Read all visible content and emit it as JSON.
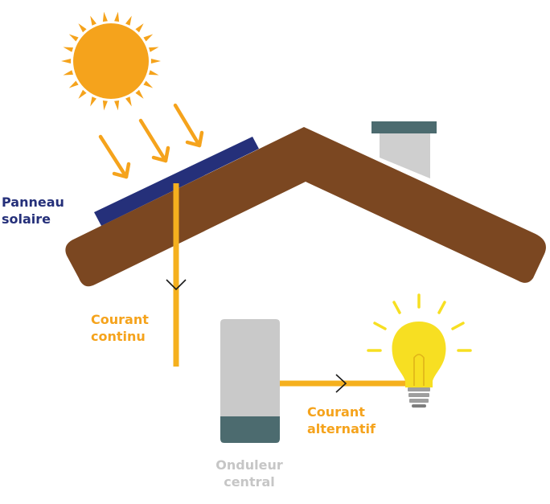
{
  "colors": {
    "sun": "#f5a31c",
    "roof": "#7b4721",
    "panel": "#25307a",
    "wire": "#f5b01e",
    "chimney_cap": "#4c6b6f",
    "chimney_body": "#cfcfcf",
    "inverter_body": "#c9c9c9",
    "inverter_base": "#4c6b6f",
    "bulb": "#f7df22",
    "bulb_base": "#9e9e9e"
  },
  "icons": [
    "sun-icon",
    "sun-ray-arrow-icon",
    "solar-panel-icon",
    "chimney-icon",
    "inverter-icon",
    "light-bulb-icon",
    "flow-arrow-icon"
  ],
  "labels": {
    "panel": [
      "Panneau",
      "solaire"
    ],
    "dc": [
      "Courant",
      "continu"
    ],
    "ac": [
      "Courant",
      "alternatif"
    ],
    "inverter": [
      "Onduleur",
      "central"
    ]
  }
}
